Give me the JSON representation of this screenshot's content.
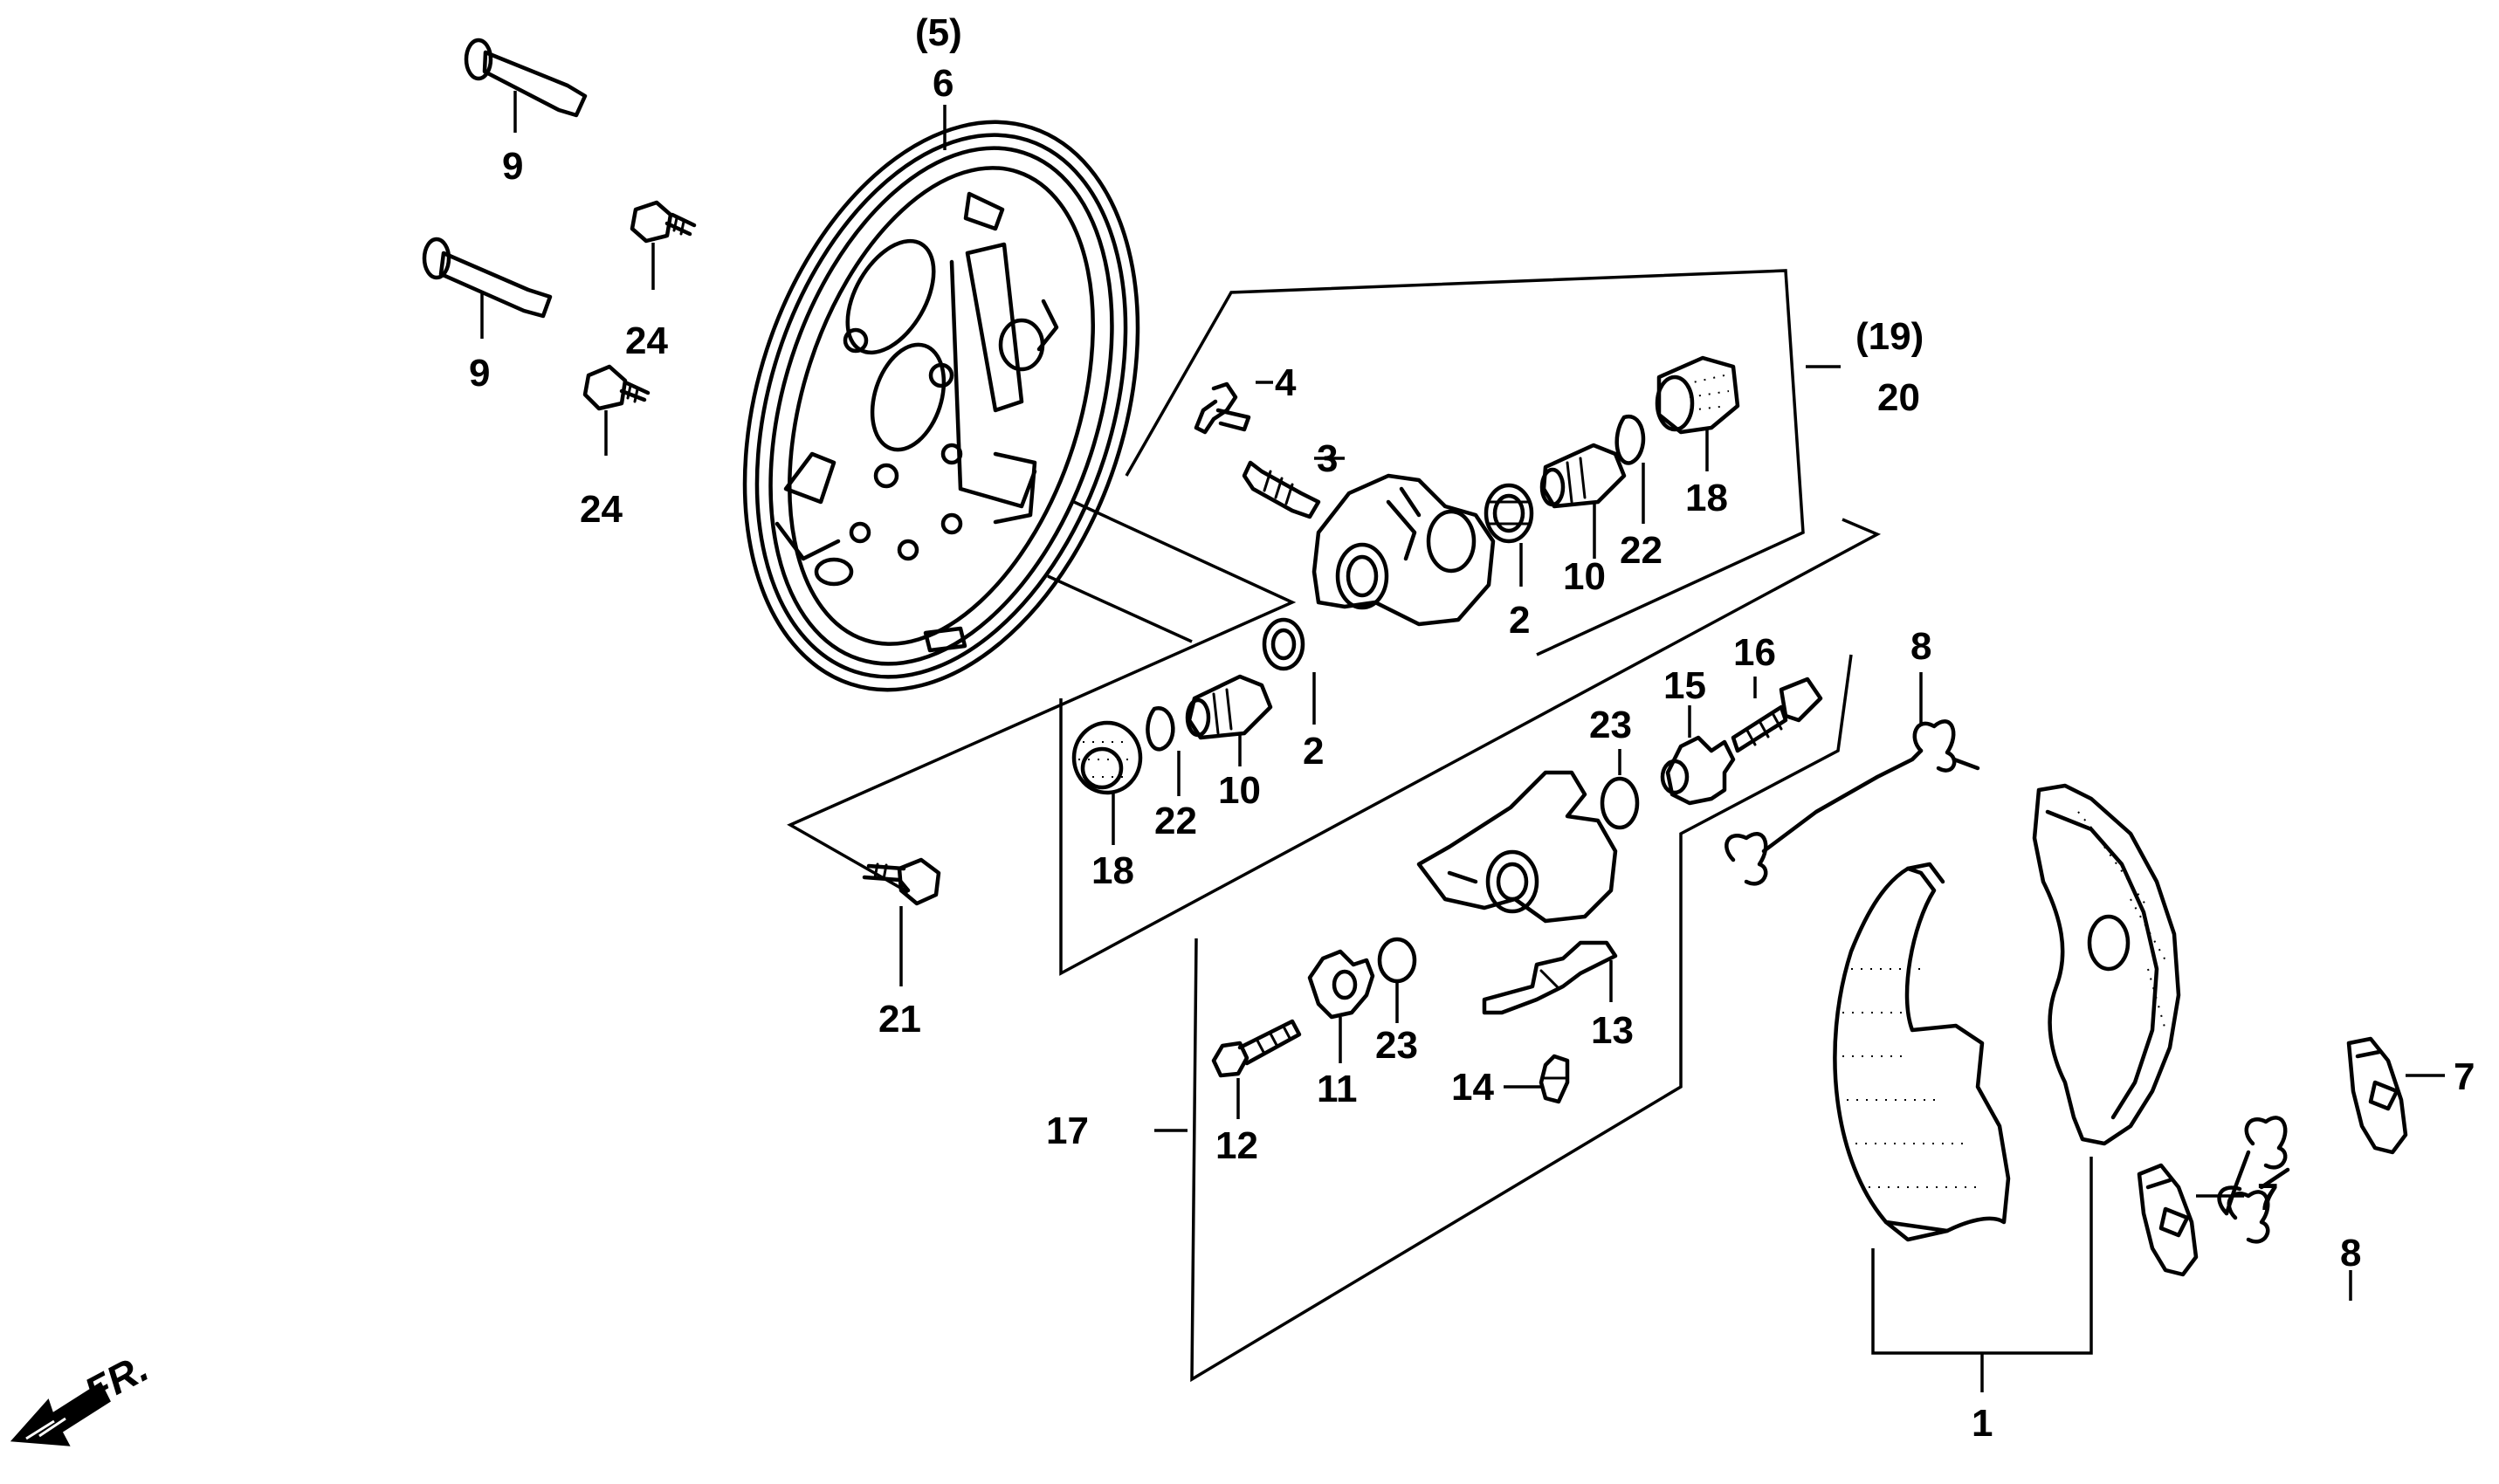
{
  "diagram": {
    "direction_label": "FR.",
    "labels": {
      "p1": "1",
      "p2a": "2",
      "p2b": "2",
      "p3": "3",
      "p4": "4",
      "p5": "(5)",
      "p6": "6",
      "p7a": "7",
      "p7b": "7",
      "p8a": "8",
      "p8b": "8",
      "p9a": "9",
      "p9b": "9",
      "p10a": "10",
      "p10b": "10",
      "p11": "11",
      "p12": "12",
      "p13": "13",
      "p14": "14",
      "p15": "15",
      "p16": "16",
      "p17": "17",
      "p18a": "18",
      "p18b": "18",
      "p19": "(19)",
      "p20": "20",
      "p21": "21",
      "p22a": "22",
      "p22b": "22",
      "p23a": "23",
      "p23b": "23",
      "p24a": "24",
      "p24b": "24"
    }
  }
}
